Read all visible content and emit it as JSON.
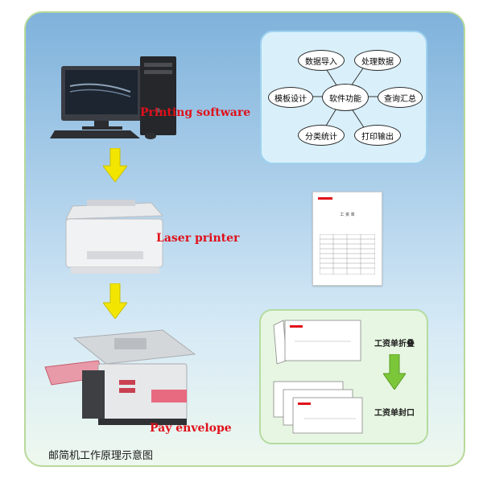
{
  "labels": {
    "printing_software": "Printing software",
    "laser_printer": "Laser printer",
    "pay_envelope": "Pay envelope",
    "caption": "邮简机工作原理示意图"
  },
  "software_functions": {
    "center": "软件功能",
    "data_import": "数据导入",
    "data_processing": "处理数据",
    "template_design": "模板设计",
    "query_summary": "查询汇总",
    "classify_stats": "分类统计",
    "print_output": "打印输出"
  },
  "envelope_steps": {
    "fold": "工资单折叠",
    "seal": "工资单封口"
  },
  "document": {
    "title": "工 资 单"
  },
  "colors": {
    "label_red": "#e0101a",
    "arrow_yellow": "#f2e600",
    "arrow_green": "#7cc63a"
  }
}
